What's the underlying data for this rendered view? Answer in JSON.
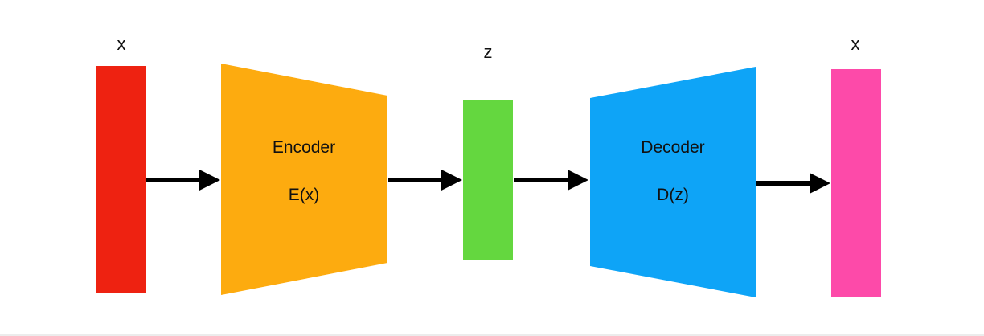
{
  "input": {
    "label": "x",
    "color": "#ee2211"
  },
  "encoder": {
    "title": "Encoder",
    "function": "E(x)",
    "color": "#fdab0f"
  },
  "latent": {
    "label": "z",
    "color": "#64d73f"
  },
  "decoder": {
    "title": "Decoder",
    "function": "D(z)",
    "color": "#0ea4f7"
  },
  "output": {
    "label": "x",
    "color": "#fd4aa9"
  },
  "arrow_color": "#000000"
}
